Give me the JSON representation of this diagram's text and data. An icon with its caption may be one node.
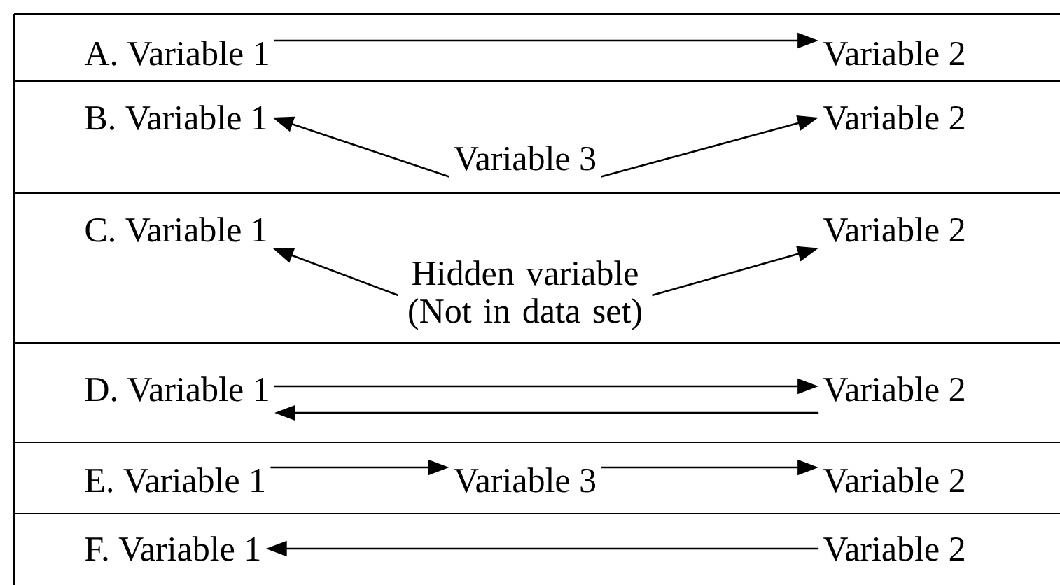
{
  "diagram": {
    "nodes": [
      {
        "text": [
          "A. Variable 1"
        ]
      },
      {
        "text": [
          "Variable 2"
        ]
      },
      {
        "text": [
          "B. Variable 1"
        ]
      },
      {
        "text": [
          "Variable 3"
        ]
      },
      {
        "text": [
          "Variable 2"
        ]
      },
      {
        "text": [
          "C. Variable 1"
        ]
      },
      {
        "text": [
          "Hidden variable (Not in data set)"
        ]
      },
      {
        "text": [
          "Variable 2"
        ]
      },
      {
        "text": [
          "D. Variable 1"
        ]
      },
      {
        "text": [
          "Variable 2"
        ]
      },
      {
        "text": [
          "E. Variable 1"
        ]
      },
      {
        "text": [
          "Variable 3"
        ]
      },
      {
        "text": [
          "Variable 2"
        ]
      },
      {
        "text": [
          "F. Variable 1"
        ]
      },
      {
        "text": [
          "Variable 2"
        ]
      }
    ],
    "edges": [
      {
        "from": 0,
        "to": 1,
        "arrow": "to"
      },
      {
        "from": 3,
        "to": 2,
        "arrow": "to"
      },
      {
        "from": 3,
        "to": 4,
        "arrow": "to"
      },
      {
        "from": 6,
        "to": 5,
        "arrow": "to"
      },
      {
        "from": 6,
        "to": 7,
        "arrow": "to"
      },
      {
        "from": 8,
        "to": 9,
        "arrow": "to"
      },
      {
        "from": 9,
        "to": 8,
        "arrow": "to"
      },
      {
        "from": 10,
        "to": 11,
        "arrow": "to"
      },
      {
        "from": 11,
        "to": 12,
        "arrow": "to"
      },
      {
        "from": 14,
        "to": 13,
        "arrow": "to"
      }
    ]
  }
}
